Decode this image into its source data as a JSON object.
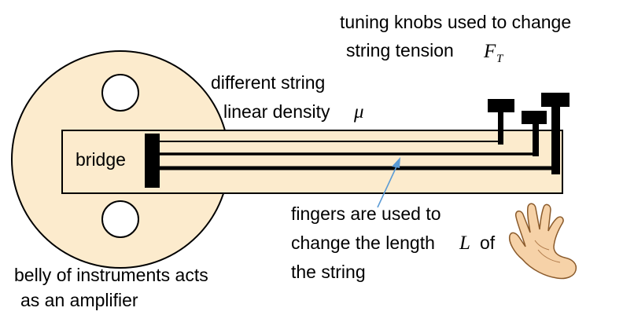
{
  "colors": {
    "body_fill": "#fcebcd",
    "outline": "#000000",
    "hole_fill": "#ffffff",
    "arrow": "#5b9bd5",
    "background": "#ffffff"
  },
  "labels": {
    "bridge": "bridge",
    "tuning_line1": "tuning knobs used to change",
    "tuning_line2": "string tension",
    "tension_symbol": "F",
    "tension_subscript": "T",
    "density_line1": "different string",
    "density_line2": "linear density",
    "density_symbol": "μ",
    "fingers_line1": "fingers are used to",
    "fingers_line2": "change the length",
    "length_symbol": "L",
    "fingers_line2_end": "of",
    "fingers_line3": "the string",
    "belly_line1": "belly of instruments acts",
    "belly_line2": "as an amplifier"
  },
  "icons": [
    "hand-icon"
  ]
}
